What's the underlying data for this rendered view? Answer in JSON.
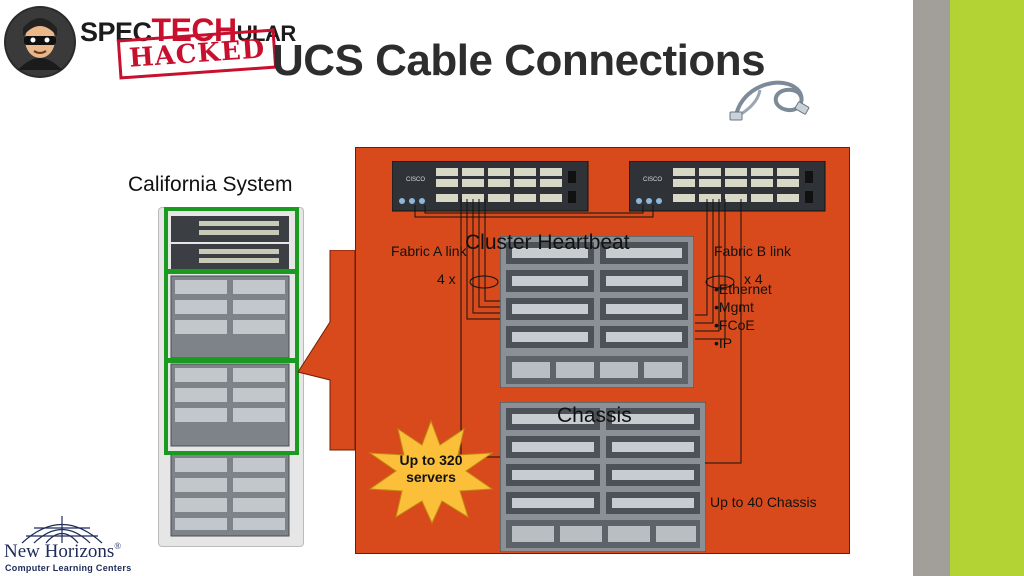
{
  "logo": {
    "brand_prefix": "SPEC",
    "brand_accent": "TECH",
    "brand_suffix": "ULAR",
    "stamp": "HACKED"
  },
  "slide": {
    "title": "UCS Cable Connections"
  },
  "left": {
    "system_label": "California System"
  },
  "diagram": {
    "fabric_a_label": "Fabric A link",
    "fabric_b_label": "Fabric B link",
    "heartbeat_label": "Cluster Heartbeat",
    "count_a": "4 x",
    "count_b": "x 4",
    "link_types": [
      "•Ethernet",
      "•Mgmt",
      "•FCoE",
      "•IP"
    ],
    "chassis_label": "Chassis",
    "chassis_count": "Up to 40 Chassis",
    "callout": "Up to 320 servers"
  },
  "footer": {
    "company": "New Horizons",
    "company_mark": "®",
    "tagline": "Computer Learning Centers"
  },
  "colors": {
    "panel": "#d84a1b",
    "green": "#1a9b1f",
    "accent_red": "#c8102e",
    "side_gray": "#a29e9a",
    "side_green": "#b3d334"
  }
}
